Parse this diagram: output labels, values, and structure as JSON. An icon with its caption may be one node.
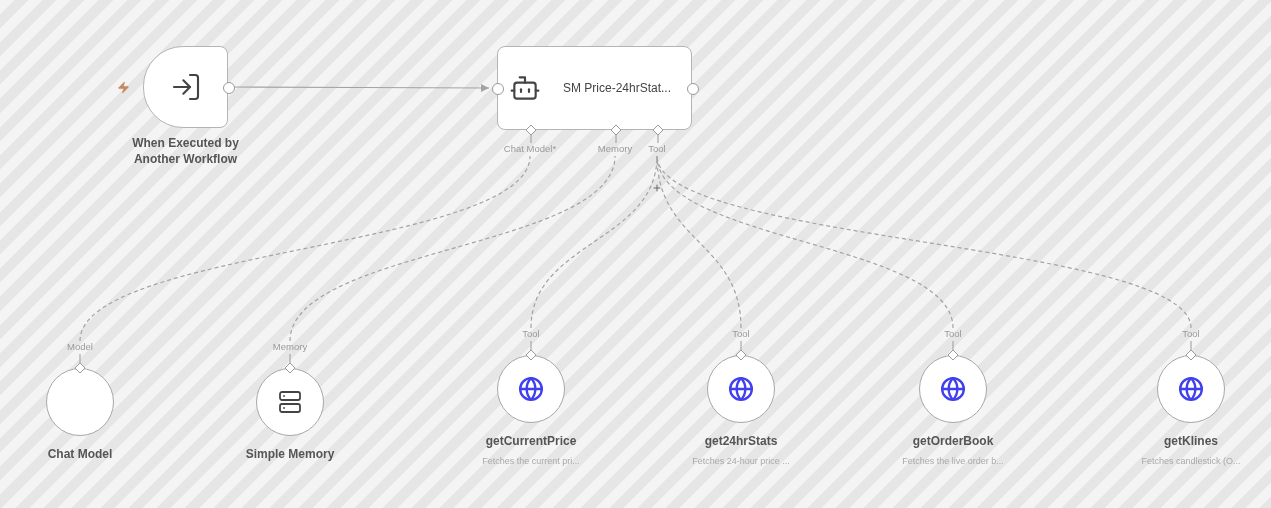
{
  "diagram": {
    "nodes": [
      {
        "text": [
          "When Executed by Another Workflow"
        ]
      },
      {
        "text": [
          "SM Price-24hrStat..."
        ],
        "beside": [
          "Chat Model*",
          "Memory",
          "Tool"
        ]
      },
      {
        "text": [
          "Chat Model"
        ],
        "beside": [
          "Model"
        ]
      },
      {
        "text": [
          "Simple Memory"
        ],
        "beside": [
          "Memory"
        ]
      },
      {
        "text": [
          "getCurrentPrice",
          "Fetches the current pri..."
        ],
        "beside": [
          "Tool"
        ]
      },
      {
        "text": [
          "get24hrStats",
          "Fetches 24-hour price ..."
        ],
        "beside": [
          "Tool"
        ]
      },
      {
        "text": [
          "getOrderBook",
          "Fetches the live order b..."
        ],
        "beside": [
          "Tool"
        ]
      },
      {
        "text": [
          "getKlines",
          "Fetches candlestick (O..."
        ],
        "beside": [
          "Tool"
        ]
      }
    ],
    "edges": [
      {
        "from": 0,
        "to": 1,
        "arrow": "to"
      },
      {
        "from": 2,
        "to": 1,
        "arrow": "none",
        "style": "dashed"
      },
      {
        "from": 3,
        "to": 1,
        "arrow": "none",
        "style": "dashed"
      },
      {
        "from": 4,
        "to": 1,
        "arrow": "none",
        "style": "dashed"
      },
      {
        "from": 5,
        "to": 1,
        "arrow": "none",
        "style": "dashed"
      },
      {
        "from": 6,
        "to": 1,
        "arrow": "none",
        "style": "dashed"
      },
      {
        "from": 7,
        "to": 1,
        "arrow": "none",
        "style": "dashed"
      }
    ]
  }
}
